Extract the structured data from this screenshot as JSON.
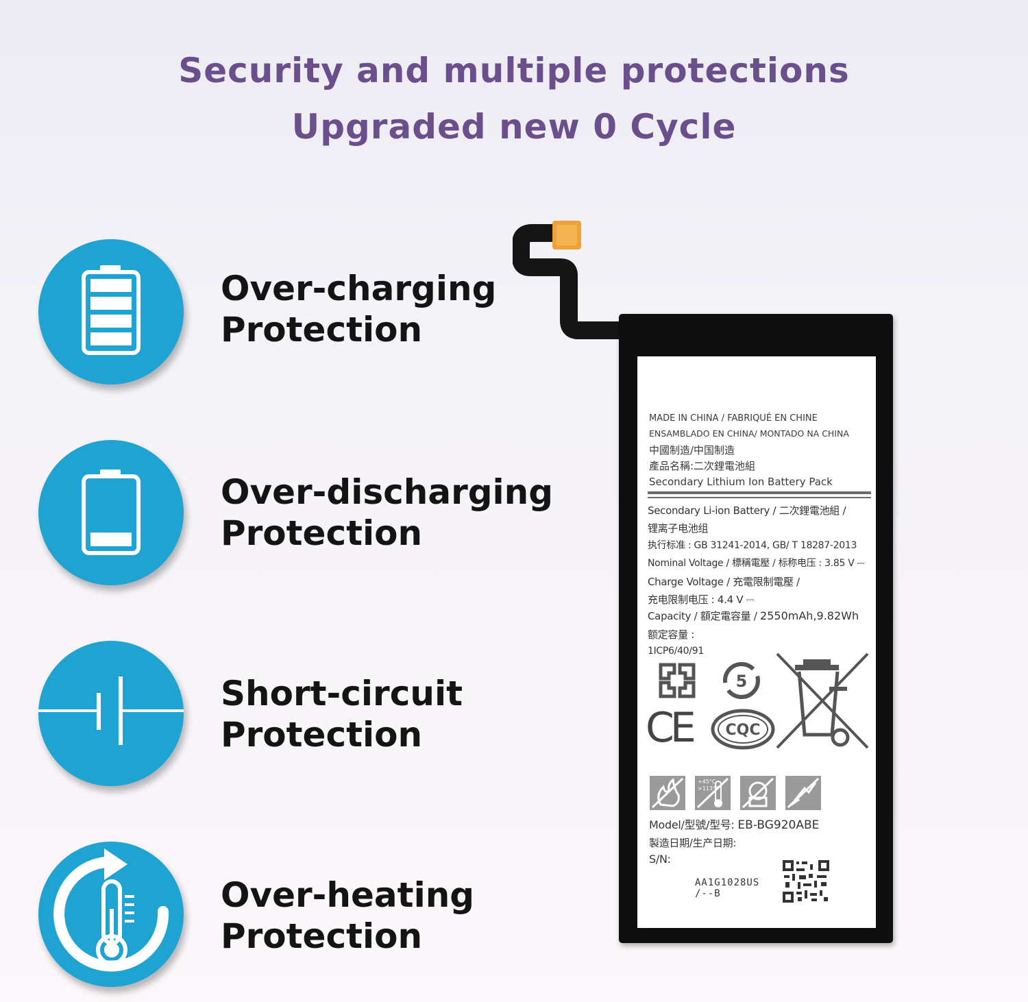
{
  "headline": {
    "line1": "Security and multiple protections",
    "line2": "Upgraded new 0 Cycle"
  },
  "accent_color": "#1fa3d3",
  "headline_color": "#6b4f8c",
  "features": [
    {
      "icon": "full-battery-icon",
      "line1": "Over-charging",
      "line2": "Protection"
    },
    {
      "icon": "low-battery-icon",
      "line1": "Over-discharging",
      "line2": "Protection"
    },
    {
      "icon": "capacitor-icon",
      "line1": "Short-circuit",
      "line2": "Protection"
    },
    {
      "icon": "thermometer-cycle-icon",
      "line1": "Over-heating",
      "line2": "Protection"
    }
  ],
  "battery_label": {
    "made_in": "MADE IN CHINA / FABRIQUÉ EN CHINE",
    "assembled": "ENSAMBLADO EN CHINA/ MONTADO NA CHINA",
    "made_cn": "中國制造/中国制造",
    "product_name": "產品名稱:二次鋰電池組",
    "pack_type": "Secondary Lithium Ion Battery Pack",
    "battery_type": "Secondary Li-ion Battery / 二次鋰電池組 /",
    "battery_type_cn": "锂离子电池组",
    "standard": "执行标准 : GB 31241-2014, GB/ T 18287-2013",
    "nominal_voltage": "Nominal Voltage / 標稱電壓 / 标称电压 : 3.85 V ⎓",
    "charge_voltage": "Charge Voltage / 充電限制電壓 /",
    "charge_voltage_cn": "充电限制电压 : 4.4 V ⎓",
    "capacity_label": "Capacity / 額定電容量 /",
    "capacity_value": "2550mAh,9.82Wh",
    "rated_capacity_cn": "额定容量 :",
    "cell_code": "1ICP6/40/91",
    "model_label": "Model/型號/型号:",
    "model_value": "EB-BG920ABE",
    "manufacture_date": "製造日期/生产日期:",
    "serial_label": "S/N:",
    "serial_value_1": "AA1G1028US",
    "serial_value_2": "/--B",
    "recycle_years": "5",
    "ce_mark": "CE",
    "cqc_mark": "CQC",
    "temp_high": "+45°C",
    "temp_low": ">113°F"
  }
}
